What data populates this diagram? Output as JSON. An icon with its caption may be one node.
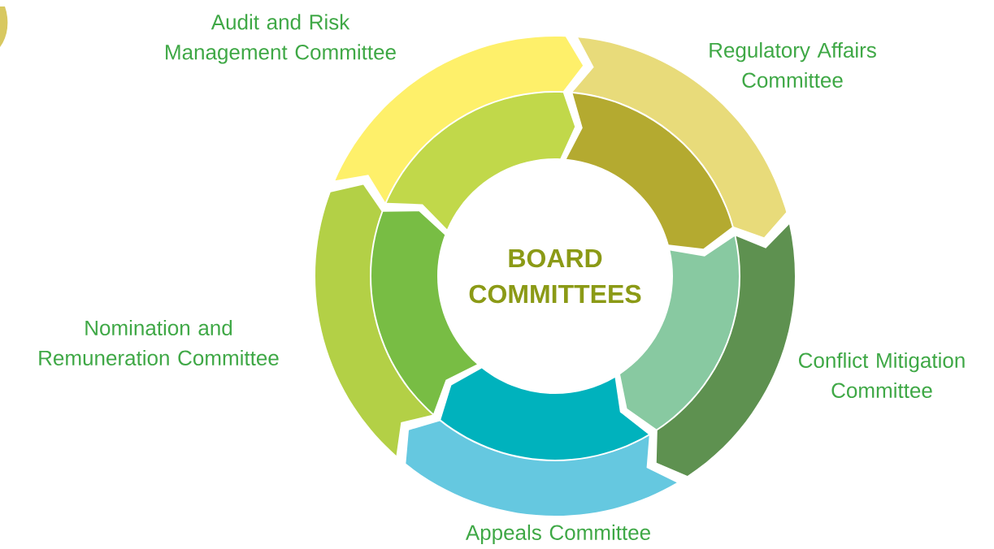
{
  "diagram": {
    "nodes": [
      {
        "text": [
          "BOARD COMMITTEES"
        ]
      },
      {
        "text": [
          "Audit and Risk Management Committee"
        ]
      },
      {
        "text": [
          "Regulatory Affairs Committee"
        ]
      },
      {
        "text": [
          "Conflict Mitigation Committee"
        ]
      },
      {
        "text": [
          "Appeals Committee"
        ]
      },
      {
        "text": [
          "Nomination and Remuneration Committee"
        ]
      }
    ]
  }
}
